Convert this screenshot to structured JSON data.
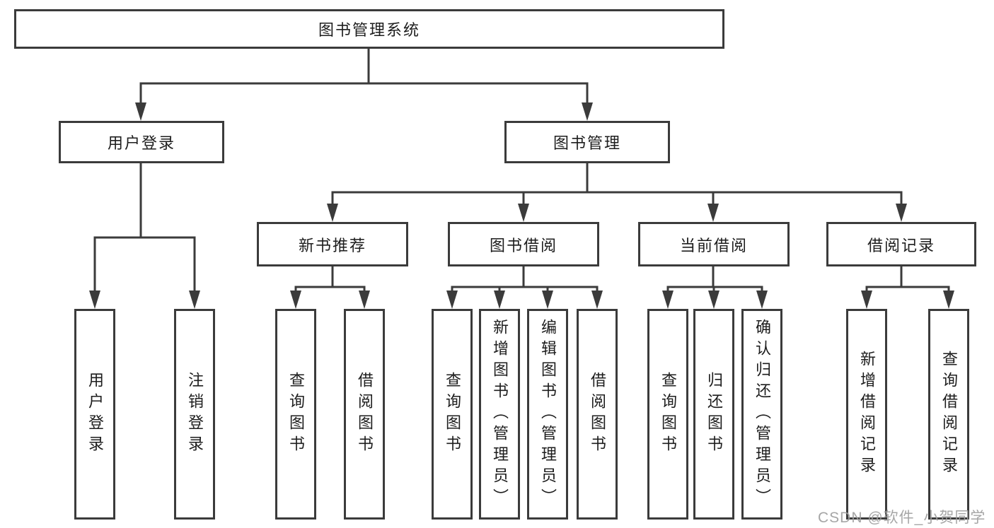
{
  "tree": {
    "root": {
      "label": "图书管理系统"
    },
    "branches": [
      {
        "label": "用户登录",
        "children": [
          {
            "label": "用户登录"
          },
          {
            "label": "注销登录"
          }
        ]
      },
      {
        "label": "图书管理",
        "children": [
          {
            "label": "新书推荐",
            "children": [
              {
                "label": "查询图书"
              },
              {
                "label": "借阅图书"
              }
            ]
          },
          {
            "label": "图书借阅",
            "children": [
              {
                "label": "查询图书"
              },
              {
                "label": "新增图书（管理员）"
              },
              {
                "label": "编辑图书（管理员）"
              },
              {
                "label": "借阅图书"
              }
            ]
          },
          {
            "label": "当前借阅",
            "children": [
              {
                "label": "查询图书"
              },
              {
                "label": "归还图书"
              },
              {
                "label": "确认归还（管理员）"
              }
            ]
          },
          {
            "label": "借阅记录",
            "children": [
              {
                "label": "新增借阅记录"
              },
              {
                "label": "查询借阅记录"
              }
            ]
          }
        ]
      }
    ]
  },
  "watermark": {
    "text": "CSDN @软件_小贺同学"
  },
  "colors": {
    "line": "#3b3b3b",
    "node_border": "#3b3b3b",
    "text": "#1d1d1d",
    "background": "#ffffff",
    "watermark": "#9f9f9f"
  }
}
